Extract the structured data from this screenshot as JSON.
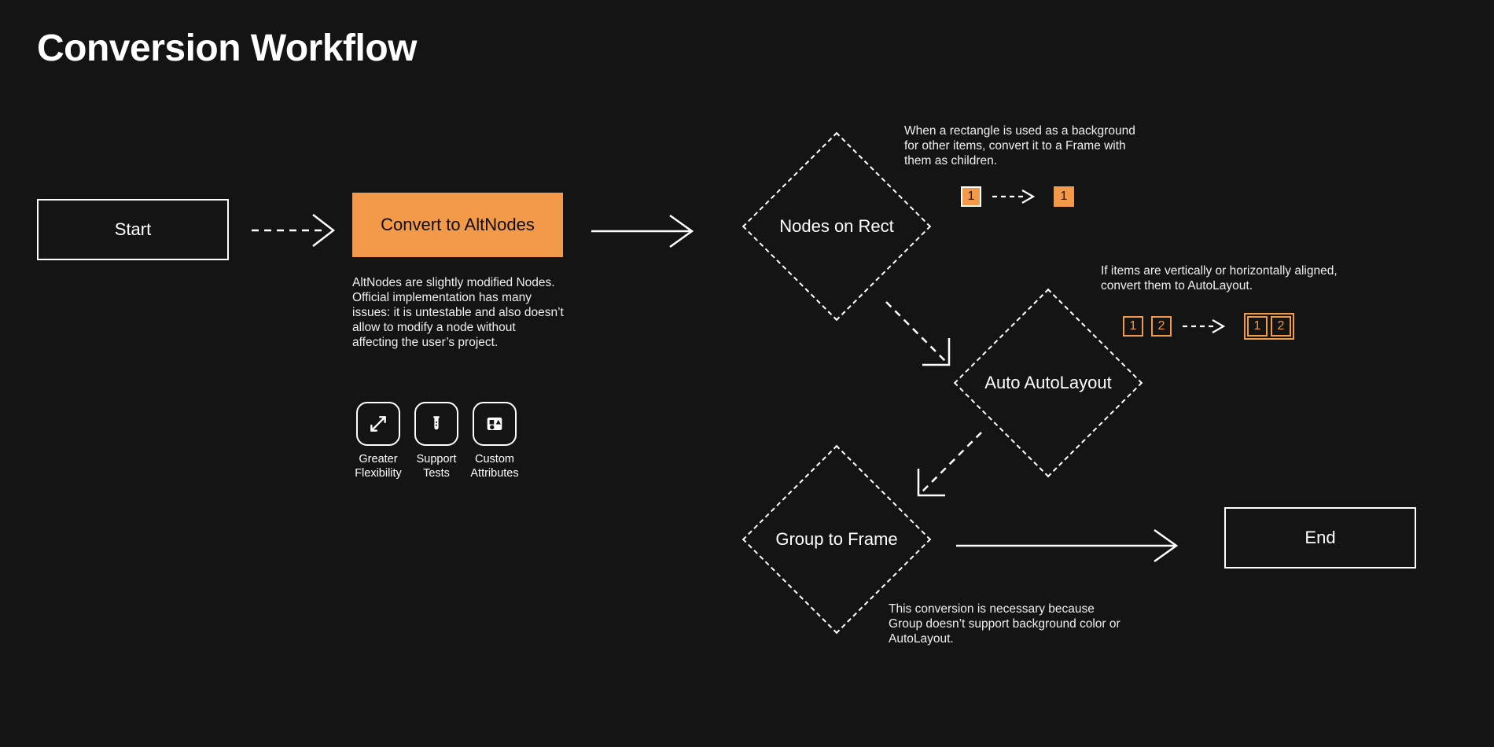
{
  "page": {
    "title": "Conversion Workflow",
    "background_color": "#141414",
    "accent_color": "#F2994A",
    "stroke_color": "#FFFFFF"
  },
  "nodes": {
    "start": {
      "label": "Start",
      "type": "rect"
    },
    "convert": {
      "label": "Convert to AltNodes",
      "type": "process",
      "fill": "#F2994A"
    },
    "nodes_on_rect": {
      "label": "Nodes on Rect",
      "type": "diamond"
    },
    "auto_autolayout": {
      "label": "Auto AutoLayout",
      "type": "diamond"
    },
    "group_to_frame": {
      "label": "Group to Frame",
      "type": "diamond"
    },
    "end": {
      "label": "End",
      "type": "rect"
    }
  },
  "descriptions": {
    "altnodes": "AltNodes are slightly modified Nodes. Official implementation has many issues: it is untestable and also doesn’t allow to modify a node without affecting the user’s project.",
    "nodes_on_rect": "When a rectangle is used as a background for other items, convert it to a Frame with them as children.",
    "auto_autolayout": "If items are vertically or horizontally aligned, convert them to AutoLayout.",
    "group_to_frame": "This conversion is necessary because Group doesn’t support background color or AutoLayout."
  },
  "features": [
    {
      "icon": "expand-arrows-icon",
      "label": "Greater\nFlexibility"
    },
    {
      "icon": "test-tube-icon",
      "label": "Support\nTests"
    },
    {
      "icon": "shapes-icon",
      "label": "Custom\nAttributes"
    }
  ],
  "badge_examples": {
    "nodes_on_rect": {
      "before": [
        "1"
      ],
      "after": [
        "1"
      ],
      "arrow": "dashed-arrow-right"
    },
    "auto_autolayout": {
      "before": [
        "1",
        "2"
      ],
      "after": [
        "1",
        "2"
      ],
      "arrow": "dashed-arrow-right"
    }
  },
  "connectors": [
    {
      "from": "start",
      "to": "convert",
      "style": "dashed"
    },
    {
      "from": "convert",
      "to": "nodes_on_rect",
      "style": "solid"
    },
    {
      "from": "nodes_on_rect",
      "to": "auto_autolayout",
      "style": "dashed-diagonal"
    },
    {
      "from": "auto_autolayout",
      "to": "group_to_frame",
      "style": "dashed-diagonal"
    },
    {
      "from": "group_to_frame",
      "to": "end",
      "style": "solid"
    }
  ]
}
